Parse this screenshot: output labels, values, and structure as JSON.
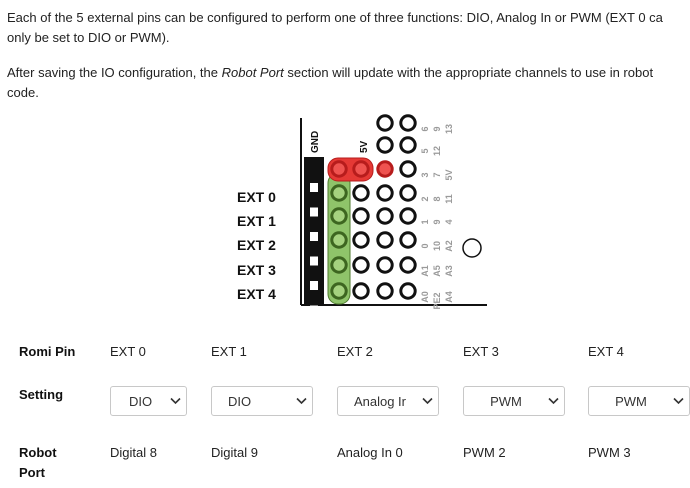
{
  "intro": {
    "p1_line1": "Each of the 5 external pins can be configured to perform one of three functions: DIO, Analog In or PWM (EXT 0 ca",
    "p1_line2": "only be set to DIO or PWM).",
    "p2_before": "After saving the IO configuration, the ",
    "p2_em": "Robot Port",
    "p2_after_line1": " section will update with the appropriate channels to use in robot",
    "p2_line2": "code."
  },
  "diagram": {
    "ext_labels": [
      "EXT 0",
      "EXT 1",
      "EXT 2",
      "EXT 3",
      "EXT 4"
    ],
    "gnd_label": "GND",
    "v5_label": "5V",
    "pin_numbers": {
      "col1": [
        "6",
        "5",
        "3",
        "2",
        "1",
        "0",
        "A1",
        "A0"
      ],
      "col2": [
        "9",
        "12",
        "7",
        "8",
        "9",
        "10",
        "A5",
        "PE2"
      ],
      "col3": [
        "13",
        "5V",
        "11",
        "4",
        "A2",
        "A3",
        "A4"
      ]
    },
    "colors": {
      "ground": "#111111",
      "signal_highlight": "#8fc46a",
      "power_highlight": "#e53935"
    }
  },
  "table": {
    "row_labels": {
      "pin": "Romi Pin",
      "setting": "Setting",
      "port_line1": "Robot",
      "port_line2": "Port"
    },
    "pins": [
      "EXT 0",
      "EXT 1",
      "EXT 2",
      "EXT 3",
      "EXT 4"
    ],
    "settings": [
      "DIO",
      "DIO",
      "Analog Ir",
      "PWM",
      "PWM"
    ],
    "ports": [
      "Digital 8",
      "Digital 9",
      "Analog In 0",
      "PWM 2",
      "PWM 3"
    ]
  }
}
